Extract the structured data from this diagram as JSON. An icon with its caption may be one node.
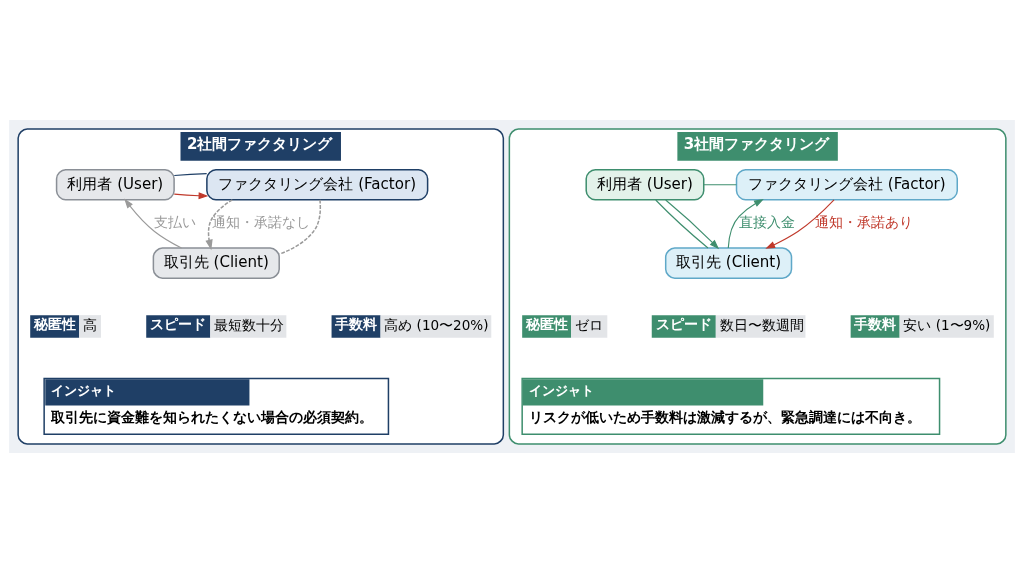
{
  "diagram": {
    "nodes": [
      {
        "text": [
          "2社間ファクタリング"
        ]
      },
      {
        "text": [
          "利用者 (User)"
        ],
        "in": 0
      },
      {
        "text": [
          "ファクタリング会社 (Factor)"
        ],
        "in": 0
      },
      {
        "text": [
          "取引先 (Client)"
        ],
        "in": 0
      },
      {
        "text": [
          "秘匿性",
          "高"
        ],
        "in": 0
      },
      {
        "text": [
          "スピード",
          "最短数十分"
        ],
        "in": 0
      },
      {
        "text": [
          "手数料",
          "高め (10〜20%)"
        ],
        "in": 0
      },
      {
        "text": [
          "インジャト",
          "取引先に資金難を知られたくない場合の必須契約。"
        ],
        "in": 0
      },
      {
        "text": [
          "3社間ファクタリング"
        ]
      },
      {
        "text": [
          "利用者 (User)"
        ],
        "in": 8
      },
      {
        "text": [
          "ファクタリング会社 (Factor)"
        ],
        "in": 8
      },
      {
        "text": [
          "取引先 (Client)"
        ],
        "in": 8
      },
      {
        "text": [
          "秘匿性",
          "ゼロ"
        ],
        "in": 8
      },
      {
        "text": [
          "スピード",
          "数日〜数週間"
        ],
        "in": 8
      },
      {
        "text": [
          "手数料",
          "安い (1〜9%)"
        ],
        "in": 8
      },
      {
        "text": [
          "インジャト",
          "リスクが低いため手数料は激減するが、緊急調達には不向き。"
        ],
        "in": 8
      }
    ],
    "edges": [
      {
        "from": 1,
        "to": 2,
        "arrow": "to",
        "color": "#c0392b"
      },
      {
        "from": 1,
        "to": 2,
        "arrow": "none",
        "color": "#1f3f66"
      },
      {
        "from": 3,
        "to": 1,
        "arrow": "to",
        "label": "支払い",
        "color": "#9a9a9a"
      },
      {
        "from": 2,
        "to": 3,
        "arrow": "none",
        "style": "dashed",
        "color": "#9a9a9a"
      },
      {
        "from": 2,
        "to": 3,
        "arrow": "to",
        "label": "通知・承諾なし",
        "style": "dashed",
        "color": "#9a9a9a"
      },
      {
        "from": 9,
        "to": 10,
        "arrow": "none",
        "color": "#3e8e6e"
      },
      {
        "from": 9,
        "to": 11,
        "arrow": "none",
        "color": "#3e8e6e"
      },
      {
        "from": 9,
        "to": 11,
        "arrow": "to",
        "color": "#3e8e6e"
      },
      {
        "from": 10,
        "to": 11,
        "arrow": "to",
        "label": "通知・承諾あり",
        "color": "#c0392b"
      },
      {
        "from": 11,
        "to": 10,
        "arrow": "to",
        "label": "直接入金",
        "color": "#3e8e6e"
      }
    ]
  }
}
